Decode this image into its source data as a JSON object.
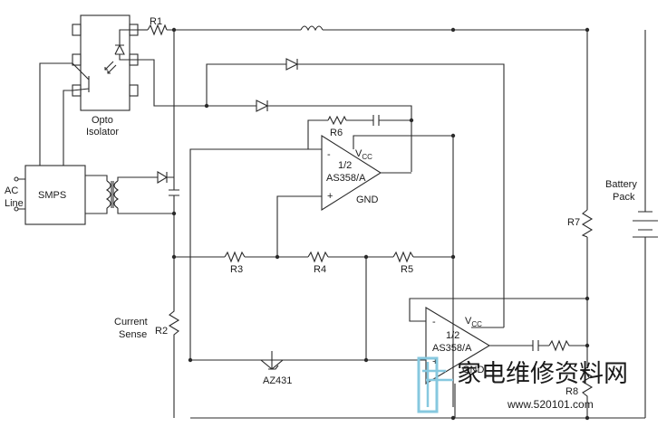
{
  "labels": {
    "opto": "Opto",
    "isolator": "Isolator",
    "ac": "AC",
    "line": "Line",
    "smps": "SMPS",
    "battery": "Battery",
    "pack": "Pack",
    "current": "Current",
    "sense": "Sense",
    "az431": "AZ431"
  },
  "resistors": {
    "r1": "R1",
    "r2": "R2",
    "r3": "R3",
    "r4": "R4",
    "r5": "R5",
    "r6": "R6",
    "r7": "R7",
    "r8": "R8"
  },
  "opamp_upper": {
    "minus": "-",
    "plus": "+",
    "vcc": "V",
    "vcc_sub": "CC",
    "half": "1/2",
    "name": "AS358/A",
    "gnd": "GND"
  },
  "opamp_lower": {
    "minus": "-",
    "plus": "+",
    "vcc": "V",
    "vcc_sub": "CC",
    "half": "1/2",
    "name": "AS358/A",
    "gnd": "GND"
  },
  "watermark": {
    "text": "家电维修资料网",
    "url": "www.520101.com"
  },
  "colors": {
    "wire": "#2a2a2a",
    "watermark": "#86c8df"
  }
}
